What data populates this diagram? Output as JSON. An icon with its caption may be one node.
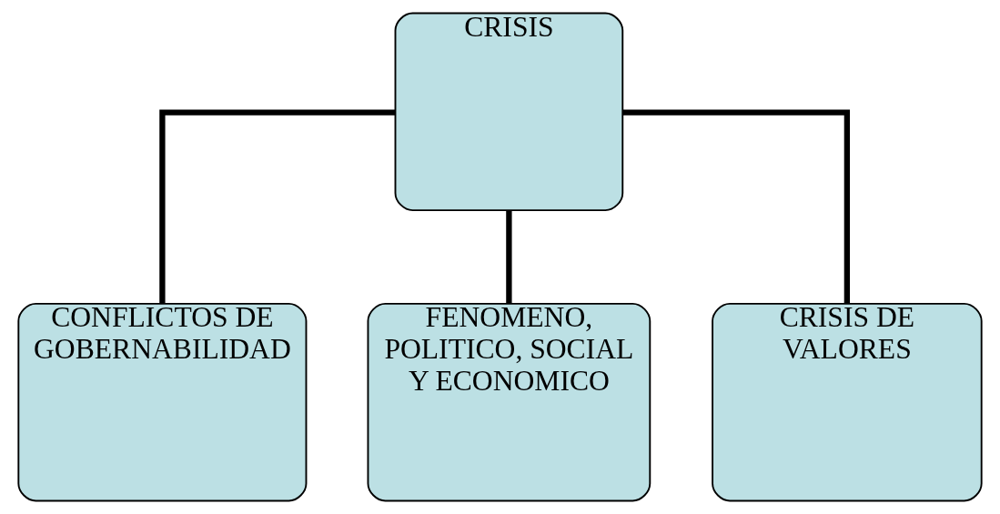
{
  "diagram": {
    "nodes": [
      {
        "text": [
          "CRISIS"
        ]
      },
      {
        "text": [
          "CONFLICTOS DE GOBERNABILIDAD"
        ]
      },
      {
        "text": [
          "FENOMENO, POLITICO, SOCIAL Y ECONOMICO"
        ]
      },
      {
        "text": [
          "CRISIS DE VALORES"
        ]
      }
    ],
    "edges": [
      {
        "from": 0,
        "to": 1,
        "arrow": "none"
      },
      {
        "from": 0,
        "to": 2,
        "arrow": "none"
      },
      {
        "from": 0,
        "to": 3,
        "arrow": "none"
      }
    ]
  }
}
